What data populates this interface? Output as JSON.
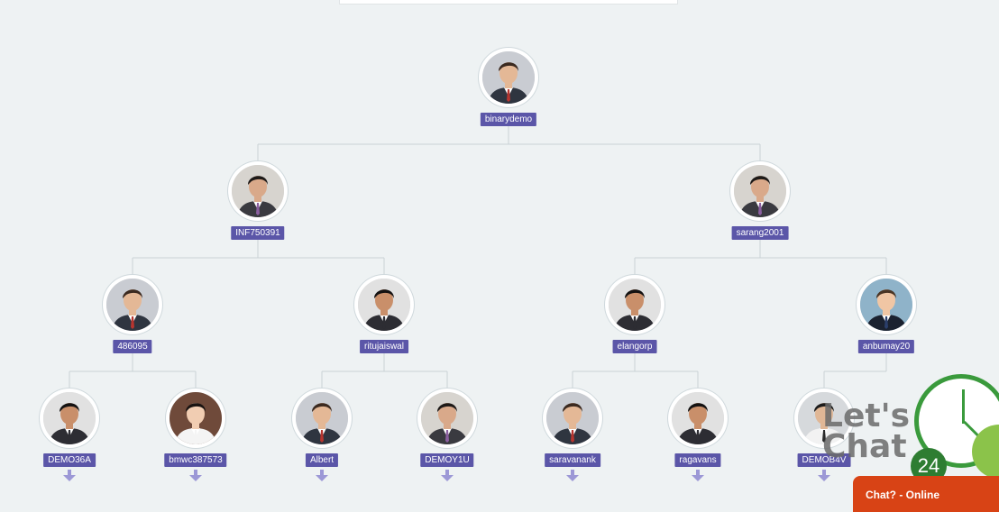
{
  "tree": {
    "levels": [
      [
        {
          "id": "n0",
          "username": "binarydemo",
          "photo": "a"
        }
      ],
      [
        {
          "id": "n1",
          "username": "INF750391",
          "photo": "b"
        },
        {
          "id": "n2",
          "username": "sarang2001",
          "photo": "b"
        }
      ],
      [
        {
          "id": "n3",
          "username": "486095",
          "photo": "a"
        },
        {
          "id": "n4",
          "username": "ritujaiswal",
          "photo": "c"
        },
        {
          "id": "n5",
          "username": "elangorp",
          "photo": "c"
        },
        {
          "id": "n6",
          "username": "anbumay20",
          "photo": "d"
        }
      ],
      [
        {
          "id": "n7",
          "username": "DEMO36A",
          "photo": "c"
        },
        {
          "id": "n8",
          "username": "bmwc387573",
          "photo": "e"
        },
        {
          "id": "n9",
          "username": "Albert",
          "photo": "a"
        },
        {
          "id": "n10",
          "username": "DEMOY1U",
          "photo": "b"
        },
        {
          "id": "n11",
          "username": "saravanank",
          "photo": "a"
        },
        {
          "id": "n12",
          "username": "ragavans",
          "photo": "c"
        },
        {
          "id": "n13",
          "username": "DEMOB4V",
          "photo": "f"
        }
      ]
    ]
  },
  "chat_widget": {
    "title": "Let's Chat",
    "badge": "24",
    "status": "Chat? - Online"
  },
  "colors": {
    "label_bg": "#5b56a8",
    "line": "#c9d2d6",
    "arrow": "#9c98d6",
    "chat_bar": "#d84315",
    "clock_green": "#3a9a3c"
  }
}
